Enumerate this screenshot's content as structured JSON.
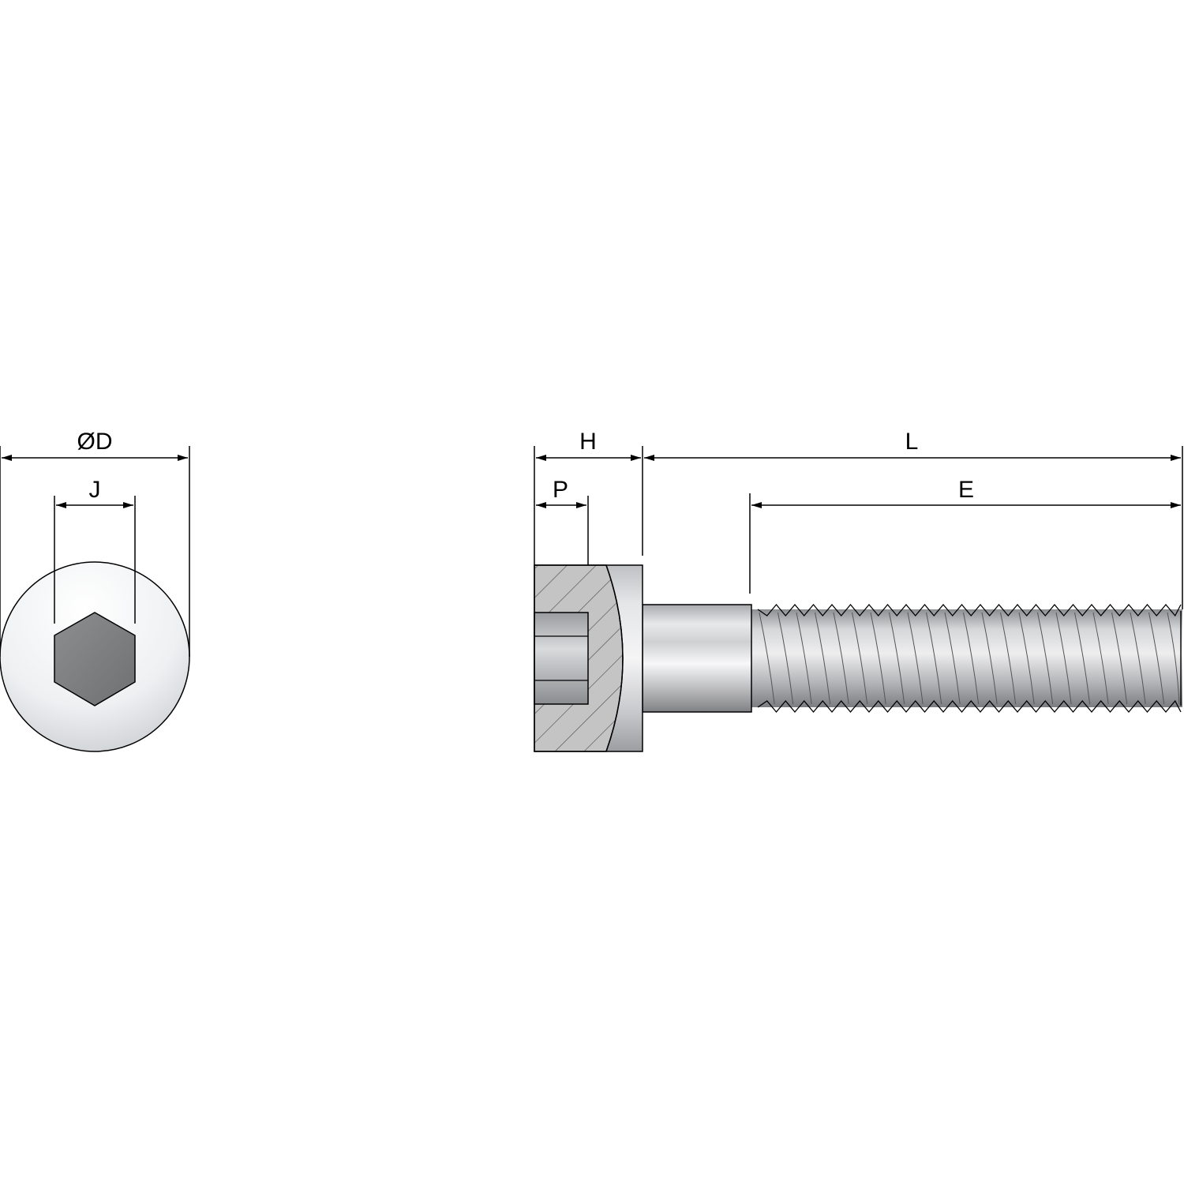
{
  "end_view": {
    "dimensions": {
      "diameter": "ØD",
      "hex_socket": "J"
    }
  },
  "side_view": {
    "dimensions": {
      "head_height": "H",
      "socket_depth": "P",
      "length": "L",
      "thread_length": "E"
    }
  },
  "colors": {
    "metal_light": "#f3f4f6",
    "metal_mid": "#c9cbcf",
    "metal_dark": "#8f9297",
    "hex_fill": "#8a8b8e",
    "section_fill": "#c2c2c2",
    "hatch": "#555555",
    "line": "#000000"
  }
}
